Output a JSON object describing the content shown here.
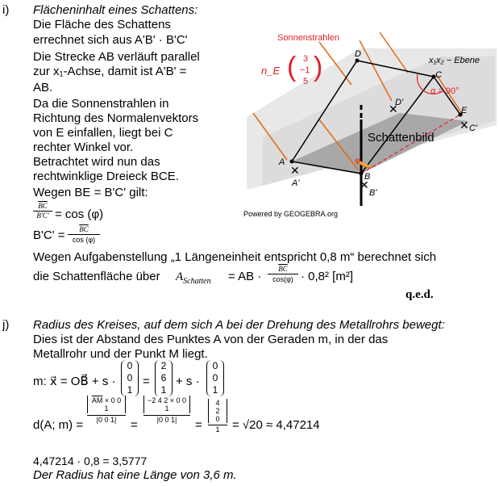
{
  "section_i": {
    "label": "i)",
    "title": "Flächeninhalt eines Schattens:",
    "lines": [
      "Die Fläche des Schattens",
      "errechnet sich aus A'B' · B'C'",
      "Die Strecke AB verläuft parallel",
      "zur x₁-Achse, damit ist A'B' =",
      "AB.",
      "Da die Sonnenstrahlen in",
      "Richtung des Normalenvektors",
      "von E einfallen, liegt bei C",
      "rechter Winkel vor.",
      "Betrachtet wird nun das",
      "rechtwinklige Dreieck BCE.",
      "Wegen BE = B'C' gilt:"
    ],
    "frac1_num": "BC",
    "frac1_den": "B'C'",
    "frac1_rhs": "= cos (φ)",
    "frac2_lhs": "B'C' =",
    "frac2_num": "BC",
    "frac2_den": "cos (φ)",
    "wegen_line": "Wegen Aufgabenstellung „1 Längeneinheit entspricht 0,8 m“ berechnet sich",
    "area_prefix": "die Schattenfläche über",
    "area_lhs": "A",
    "area_sub": "Schatten",
    "area_eq": "= AB ·",
    "area_num": "BC",
    "area_den": "cos(φ)",
    "area_tail": "· 0,8² [m²]",
    "qed": "q.e.d."
  },
  "figure": {
    "sonnenstrahlen": "Sonnenstrahlen",
    "normal_label": "n_E",
    "normal_vec": [
      "3",
      "−1",
      "5"
    ],
    "plane_label": "x₁x₂ − Ebene",
    "angle_label": "α = 90°",
    "phi": "φ",
    "schattenbild": "Schattenbild",
    "points": [
      "A",
      "A'",
      "B",
      "B'",
      "C",
      "C'",
      "D",
      "D'",
      "E"
    ],
    "credit": "Powered by GEOGEBRA.org"
  },
  "section_j": {
    "label": "j)",
    "title": "Radius des Kreises, auf dem sich A bei der Drehung des Metallrohrs bewegt:",
    "line1": "Dies ist der Abstand des Punktes A von der Geraden m, in der das",
    "line2": "Metallrohr  und der Punkt M liegt.",
    "m_eq_a": "m:  x⃗ = OB⃗ + s ·",
    "v1": [
      "0",
      "0",
      "1"
    ],
    "v2": [
      "2",
      "6",
      "1"
    ],
    "v3": [
      "0",
      "0",
      "1"
    ],
    "d_lhs": "d(A; m) =",
    "am_vec": "AM",
    "am_n": [
      "−2",
      "4",
      "2"
    ],
    "res_vec": [
      "4",
      "2",
      "0"
    ],
    "denom": "1",
    "sqrt_res": "= √20 ≈ 4,47214",
    "calc": "4,47214 · 0,8 = 3,5777",
    "answer": "Der Radius hat eine Länge von 3,6 m."
  }
}
